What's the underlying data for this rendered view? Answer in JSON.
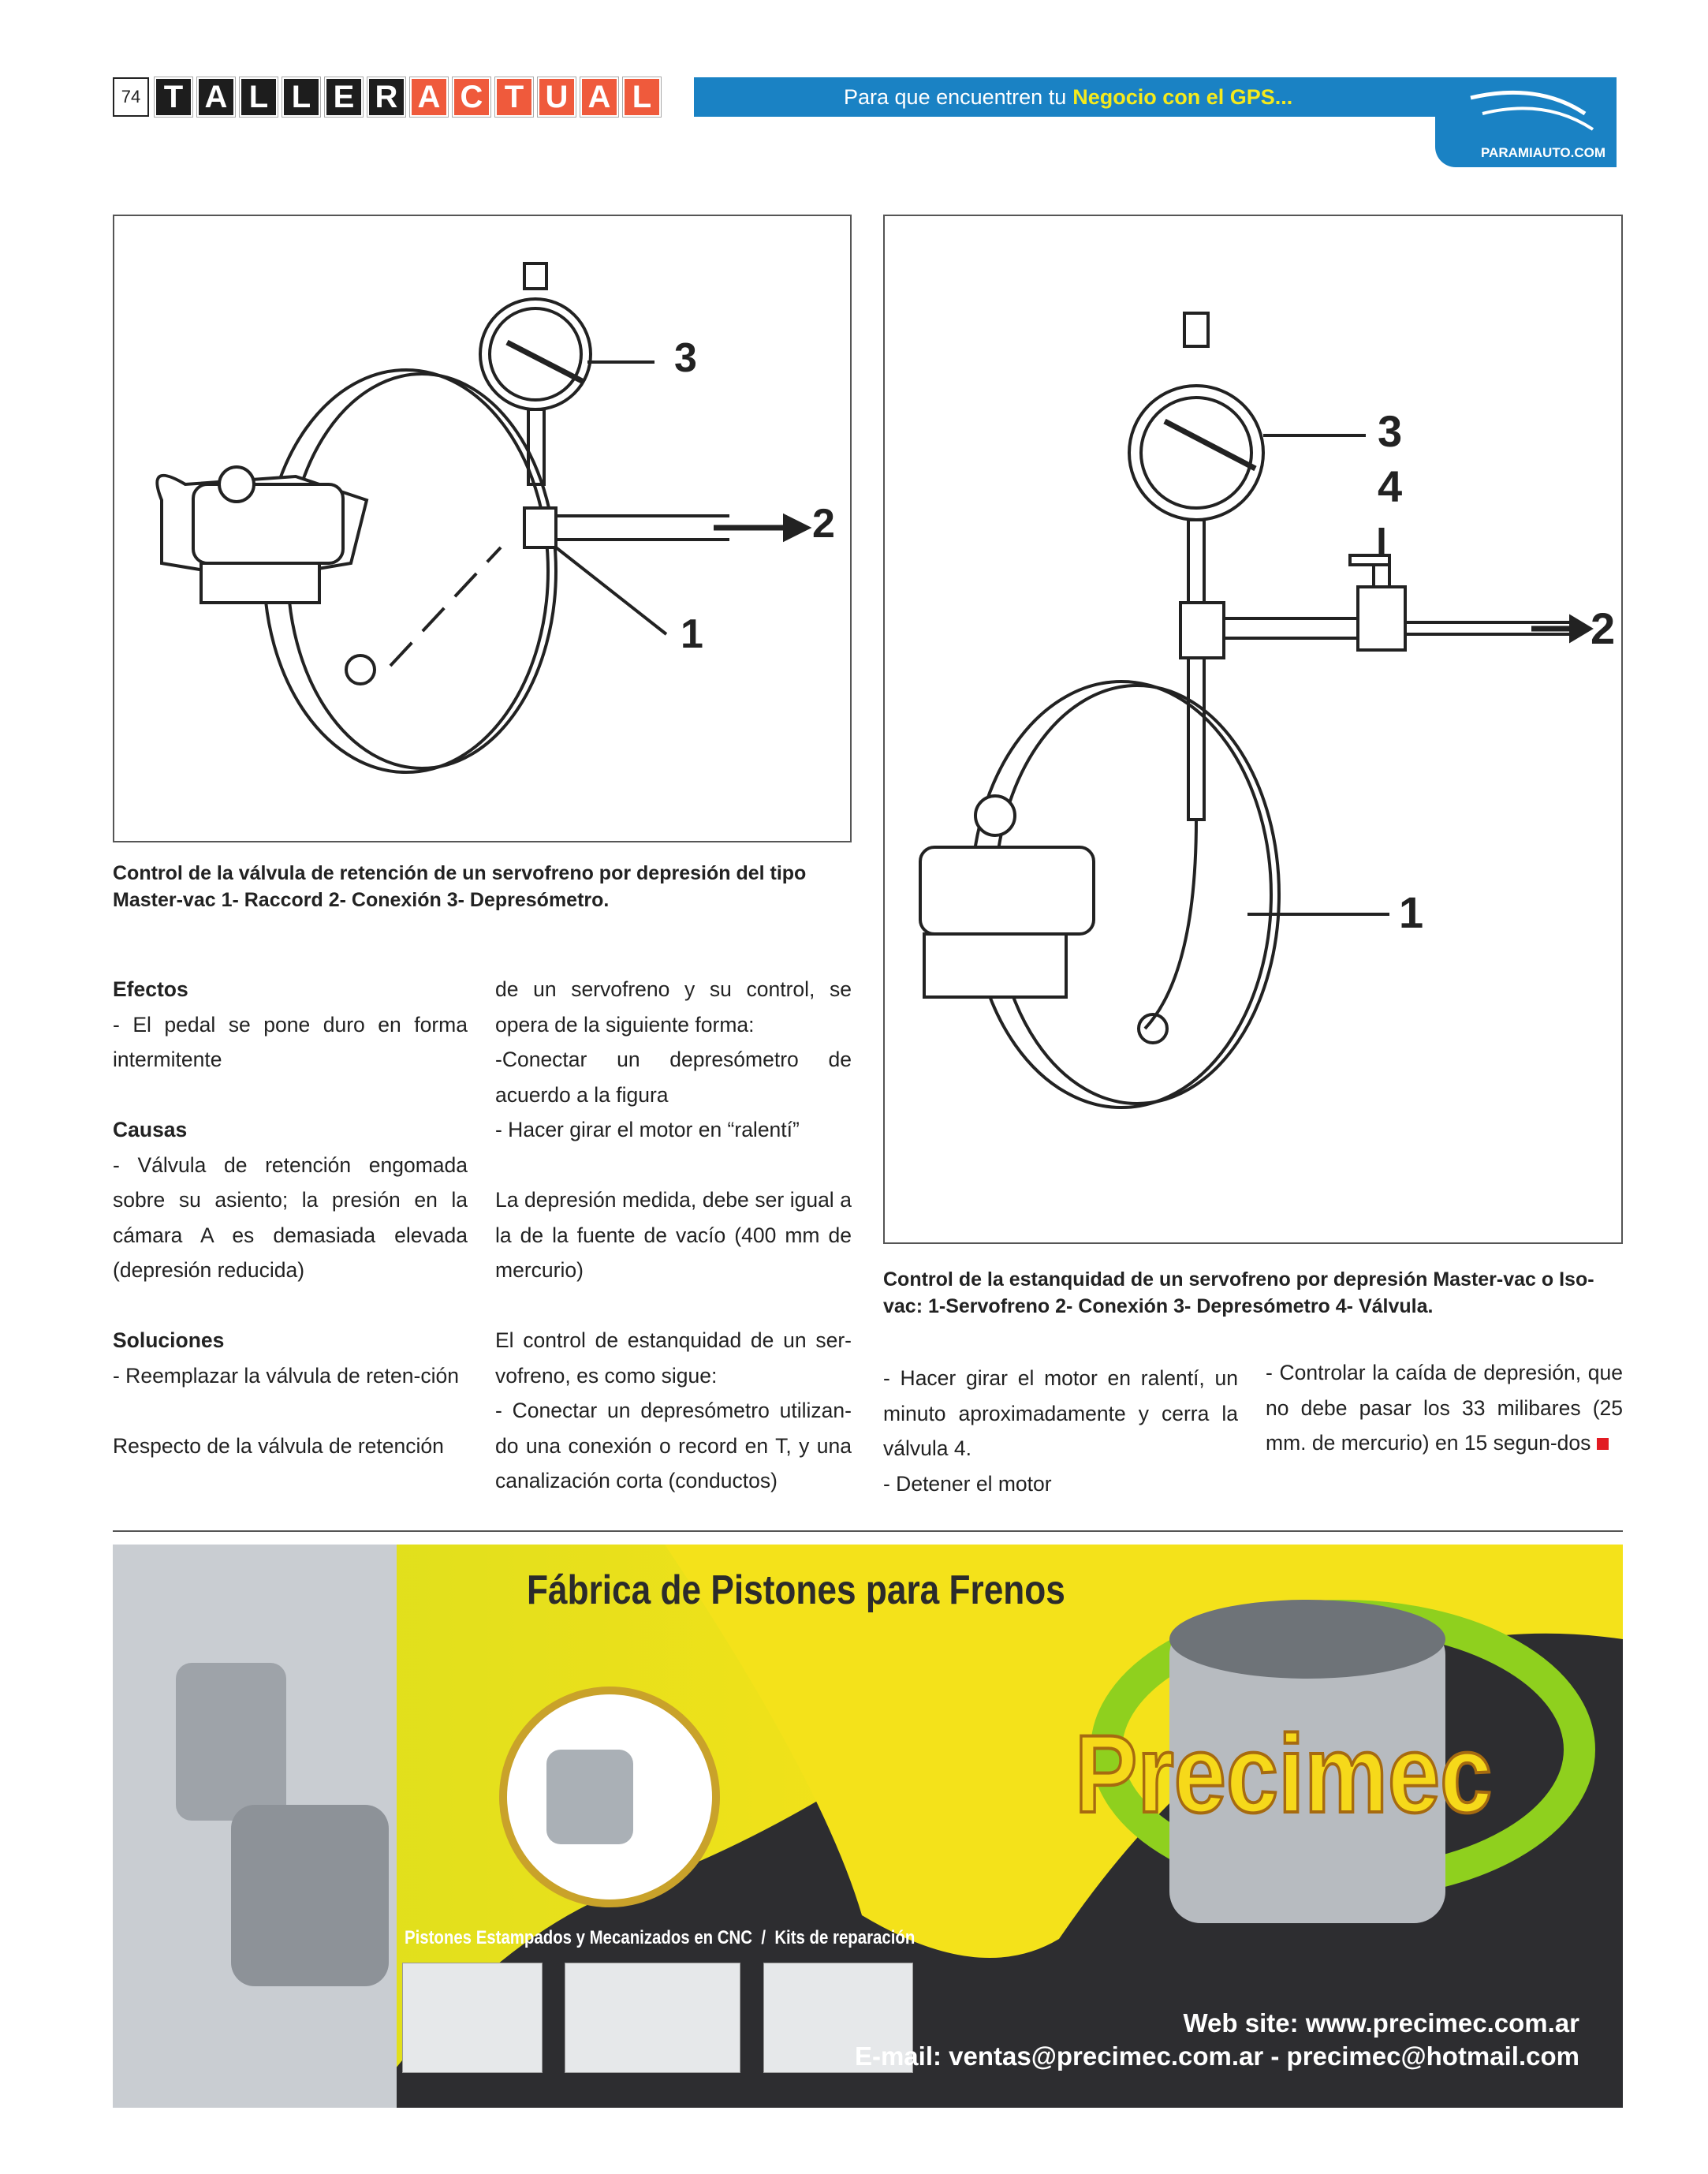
{
  "header": {
    "page_number": "74",
    "title_dark": [
      "T",
      "A",
      "L",
      "L",
      "E",
      "R"
    ],
    "title_red": [
      "A",
      "C",
      "T",
      "U",
      "A",
      "L"
    ],
    "banner_text": "Para que encuentren tu",
    "banner_highlight": "Negocio con el GPS...",
    "site": "PARAMIAUTO.COM",
    "colors": {
      "blue": "#1a82c4",
      "red": "#ef5a3c",
      "yellow": "#f5ea1c"
    }
  },
  "figure_left": {
    "labels": [
      "3",
      "2",
      "1"
    ],
    "caption": "Control de la válvula de retención de un servofreno por depresión del tipo Master-vac 1- Raccord 2- Conexión 3- Depresómetro."
  },
  "figure_right": {
    "labels": [
      "3",
      "4",
      "2",
      "1"
    ],
    "caption": "Control de la estanquidad de un servofreno por depresión Master-vac o Iso-vac: 1-Servofreno 2- Conexión 3- Depresómetro 4- Válvula."
  },
  "article": {
    "col1": {
      "h_efectos": "Efectos",
      "efectos": "- El pedal se pone duro en forma intermitente",
      "h_causas": "Causas",
      "causas": "- Válvula de retención engomada sobre su asiento; la presión en la cámara A es demasiada elevada (depresión reducida)",
      "h_soluciones": "Soluciones",
      "soluciones": "- Reemplazar la válvula de reten-ción",
      "respecto": "Respecto de la válvula de retención"
    },
    "col2": {
      "p1": "de un servofreno y su control, se opera de la siguiente forma:",
      "p2": "-Conectar un depresómetro de acuerdo a la figura",
      "p3": "- Hacer girar el motor en “ralentí”",
      "p4": "La depresión medida, debe ser igual a la de la fuente de vacío (400 mm de mercurio)",
      "p5": "El control de estanquidad de un ser-vofreno, es como sigue:",
      "p6": "- Conectar un depresómetro utilizan-do una conexión o record en T, y una canalización corta (conductos)"
    },
    "col3": {
      "p1": "- Hacer girar el motor en ralentí, un minuto aproximadamente y cerra la válvula 4.",
      "p2": "- Detener el motor"
    },
    "col4": {
      "p1": "- Controlar la caída de depresión, que no debe pasar los 33 milibares (25 mm. de mercurio) en 15 segun-dos"
    }
  },
  "ad": {
    "title": "Fábrica de Pistones para Frenos",
    "brand": "Precimec",
    "subtitle": "Pistones Estampados y Mecanizados en CNC  /  Kits de reparación",
    "web": "Web site: www.precimec.com.ar",
    "email": "E-mail: ventas@precimec.com.ar - precimec@hotmail.com"
  }
}
